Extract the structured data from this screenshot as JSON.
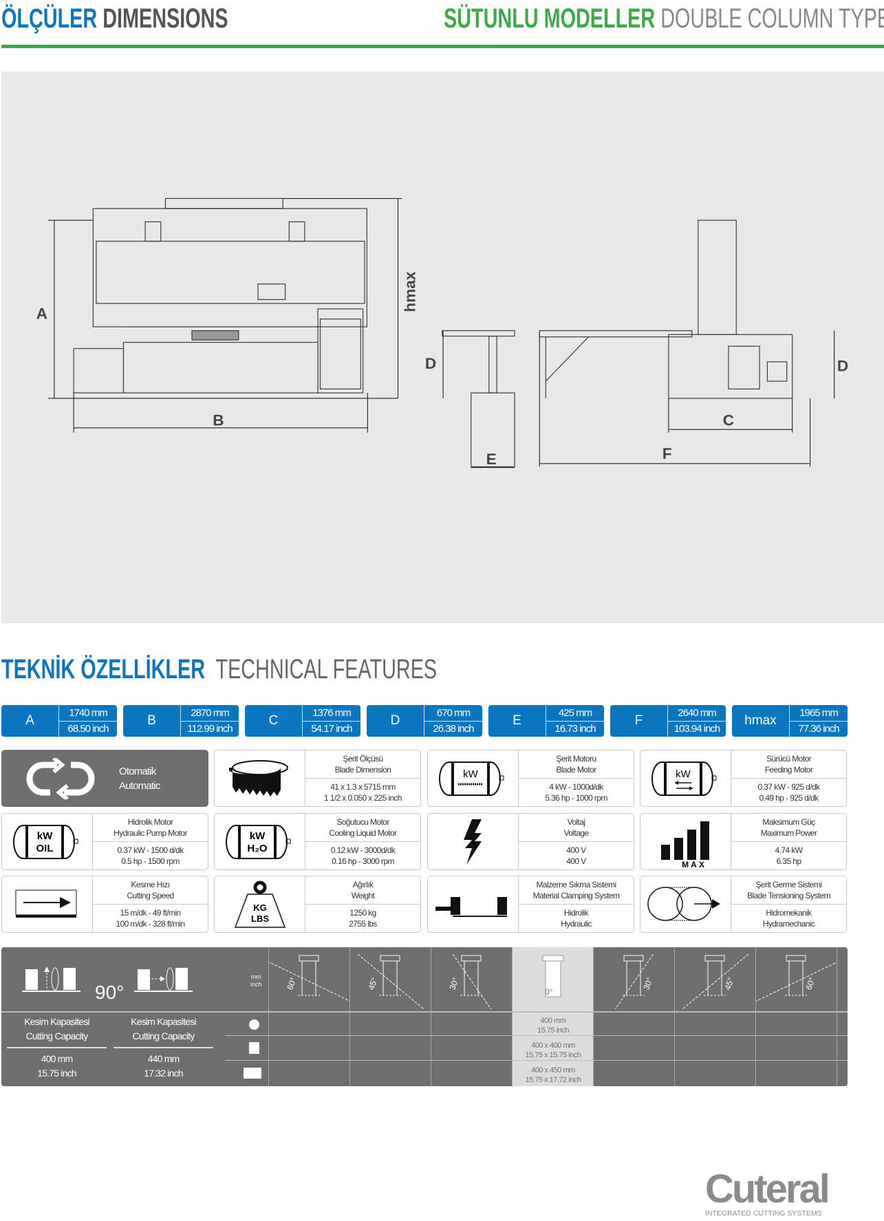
{
  "header": {
    "title_tr": "ÖLÇÜLER",
    "title_en": "DIMENSIONS",
    "model_tr": "SÜTUNLU MODELLER",
    "model_en": "DOUBLE COLUMN TYPES"
  },
  "drawing": {
    "labels": {
      "A": "A",
      "B": "B",
      "hmax": "hmax",
      "D": "D",
      "E": "E",
      "C": "C",
      "F": "F"
    }
  },
  "technical": {
    "title_tr": "TEKNİK ÖZELLİKLER",
    "title_en": "TECHNICAL FEATURES"
  },
  "dimensions": [
    {
      "label": "A",
      "mm": "1740 mm",
      "inch": "68.50 inch"
    },
    {
      "label": "B",
      "mm": "2870 mm",
      "inch": "112.99 inch"
    },
    {
      "label": "C",
      "mm": "1376 mm",
      "inch": "54.17 inch"
    },
    {
      "label": "D",
      "mm": "670 mm",
      "inch": "26.38 inch"
    },
    {
      "label": "E",
      "mm": "425 mm",
      "inch": "16.73 inch"
    },
    {
      "label": "F",
      "mm": "2640 mm",
      "inch": "103.94 inch"
    },
    {
      "label": "hmax",
      "mm": "1965 mm",
      "inch": "77.36 inch"
    }
  ],
  "features": {
    "automatic": {
      "tr": "Otomatik",
      "en": "Automatic",
      "icon": "cycle-arrows-icon"
    },
    "blade_dimension": {
      "tr": "Şerit Ölçüsü",
      "en": "Blade Dimension",
      "v1": "41 x 1.3 x 5715 mm",
      "v2": "1 1/2 x 0.050 x 225 inch",
      "icon": "band-blade-icon"
    },
    "blade_motor": {
      "tr": "Şerit Motoru",
      "en": "Blade Motor",
      "v1": "4 kW - 1000d/dk",
      "v2": "5.36 hp - 1000 rpm",
      "icon": "blade-motor-icon",
      "icon_text": "kW"
    },
    "feeding_motor": {
      "tr": "Sürücü Motor",
      "en": "Feeding Motor",
      "v1": "0.37 kW - 925 d/dk",
      "v2": "0.49 hp - 925 d/dk",
      "icon": "feeding-motor-icon",
      "icon_text": "kW"
    },
    "hydraulic_motor": {
      "tr": "Hidrolik Motor",
      "en": "Hydraulic Pump Motor",
      "v1": "0.37 kW - 1500 d/dk",
      "v2": "0.5 hp - 1500 rpm",
      "icon": "oil-motor-icon",
      "icon_text1": "kW",
      "icon_text2": "OIL"
    },
    "cooling_motor": {
      "tr": "Soğutucu Motor",
      "en": "Cooling Liquid Motor",
      "v1": "0.12 kW - 3000d/dk",
      "v2": "0.16 hp - 3000 rpm",
      "icon": "coolant-motor-icon",
      "icon_text1": "kW",
      "icon_text2": "H₂O"
    },
    "voltage": {
      "tr": "Voltaj",
      "en": "Voltage",
      "v1": "400 V",
      "v2": "400 V",
      "icon": "lightning-icon"
    },
    "max_power": {
      "tr": "Maksimum Güç",
      "en": "Maximum Power",
      "v1": "4.74 kW",
      "v2": "6.35 hp",
      "icon": "signal-bars-icon",
      "icon_text": "MAX"
    },
    "cutting_speed": {
      "tr": "Kesme Hızı",
      "en": "Cutting Speed",
      "v1": "15 m/dk - 49 ft/min",
      "v2": "100 m/dk - 328 ft/min",
      "icon": "saw-arrow-icon"
    },
    "weight": {
      "tr": "Ağırlık",
      "en": "Weight",
      "v1": "1250 kg",
      "v2": "2755  lbs",
      "icon": "weight-icon",
      "icon_text1": "KG",
      "icon_text2": "LBS"
    },
    "clamping": {
      "tr": "Malzeme Sıkma Sistemi",
      "en": "Material Clamping System",
      "v1": "Hidrolik",
      "v2": "Hydraulic",
      "icon": "vise-icon"
    },
    "tensioning": {
      "tr": "Şerit Germe Sistemi",
      "en": "Blade Tensioning System",
      "v1": "Hidromekanik",
      "v2": "Hydramechanic",
      "icon": "tension-wheels-icon"
    }
  },
  "cutting": {
    "angle_90": "90°",
    "units_mm": "mm",
    "units_inch": "inch",
    "cap1": {
      "tr": "Kesim Kapasitesi",
      "en": "Cutting Capacity",
      "mm": "400 mm",
      "inch": "15.75 inch"
    },
    "cap2": {
      "tr": "Kesim Kapasitesi",
      "en": "Cutting Capacity",
      "mm": "440 mm",
      "inch": "17.32 inch"
    },
    "angles": [
      "60°",
      "45°",
      "30°",
      "0°",
      "30°",
      "45°",
      "60°"
    ],
    "zero_values": {
      "round": [
        "400 mm",
        "15.75 inch"
      ],
      "square": [
        "400 x 400 mm",
        "15.75 x 15.75 inch"
      ],
      "rect": [
        "400 x 450 mm",
        "15.75 x 17.72 inch"
      ]
    }
  },
  "logo": {
    "name": "Cuteral",
    "tagline": "INTEGRATED CUTTING SYSTEMS"
  },
  "colors": {
    "blue": "#0a76bf",
    "green": "#3daa49",
    "gray": "#6d6e70",
    "drawing_bg": "#e6e8e9"
  }
}
